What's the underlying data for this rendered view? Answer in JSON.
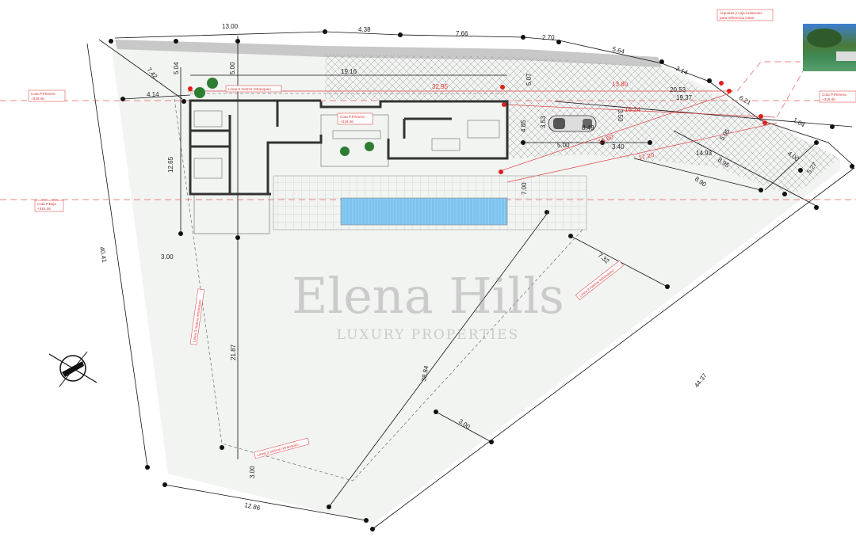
{
  "title": "Site plan - parcel setbacks and dimensions",
  "colors": {
    "pool": "#7ec3ee",
    "annotation": "#e03a3a",
    "road": "#c8c8c8",
    "plot": "#f2f4f2"
  },
  "dims": {
    "top": [
      "13.00",
      "4.38",
      "7.66",
      "2.70",
      "5.64",
      "3.14"
    ],
    "left_top": [
      "7.42",
      "5.04",
      "5.00",
      "19.16",
      "4.14",
      "12.65"
    ],
    "red": [
      "32.95",
      "13.80",
      "16.24",
      "15.60",
      "17.20"
    ],
    "right": [
      "20.53",
      "19.37",
      "6.21",
      "5.07",
      "3.53",
      "3.50",
      "4.85",
      "8.49",
      "5.00",
      "3.40",
      "14.93",
      "5.05",
      "8.95",
      "4.00",
      "5.27",
      "8.90",
      "1.04",
      "7.00"
    ],
    "plot": [
      "40.41",
      "3.00",
      "21.87",
      "38.84",
      "7.32",
      "44.37",
      "3.00",
      "3.00",
      "12.86"
    ]
  },
  "notes": {
    "cota_primera_left": [
      "Cota P.Primera",
      "+318.46"
    ],
    "cota_primera_mid": [
      "Cota P.Primera",
      "+318.46"
    ],
    "cota_primera_right": [
      "Cota P.Primera",
      "+318.46"
    ],
    "cota_baja": [
      "Cota P.Baja",
      "+315.28"
    ],
    "linea5": "Linea 5 metros retranqueo",
    "linea3_bottom": "Linea 3 metros retranqueo",
    "linea3_left": "Linea 3 metros retranqueo",
    "linea3_right": "Linea 3 metros retranqueo",
    "arquetas": [
      "Arquetas y caja existentes",
      "para referencia cotas"
    ]
  },
  "watermark": {
    "brand": "Elena Hills",
    "tagline": "LUXURY PROPERTIES"
  }
}
